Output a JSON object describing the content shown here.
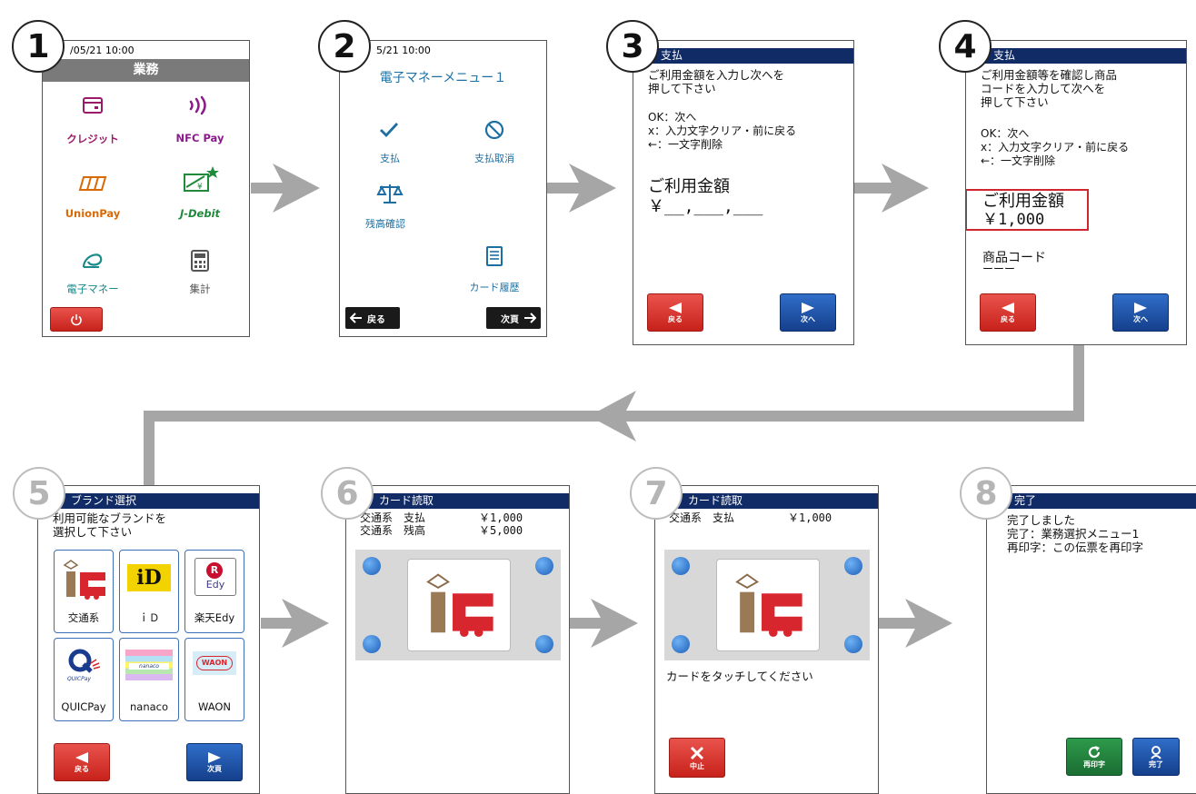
{
  "colors": {
    "navy": "#102b66",
    "red": "#d8302a",
    "blue": "#1c4ea3",
    "green": "#238a3f",
    "gray_header": "#7a7a7a",
    "connector": "#a6a6a6",
    "highlight": "#d0262e"
  },
  "steps": [
    "1",
    "2",
    "3",
    "4",
    "5",
    "6",
    "7",
    "8"
  ],
  "s1": {
    "datetime": "/05/21 10:00",
    "header": "業務",
    "items": [
      {
        "label": "クレジット",
        "icon": "card-icon"
      },
      {
        "label": "NFC Pay",
        "icon": "contactless-icon"
      },
      {
        "label": "UnionPay",
        "icon": "unionpay-icon"
      },
      {
        "label": "J-Debit",
        "icon": "jdebit-icon"
      },
      {
        "label": "電子マネー",
        "icon": "emoney-icon"
      },
      {
        "label": "集計",
        "icon": "calculator-icon"
      }
    ],
    "power_icon": "power-icon"
  },
  "s2": {
    "datetime": "5/21 10:00",
    "title": "電子マネーメニュー１",
    "items": [
      {
        "label": "支払",
        "icon": "check-icon"
      },
      {
        "label": "支払取消",
        "icon": "ban-icon"
      },
      {
        "label": "残高確認",
        "icon": "scales-icon"
      },
      {
        "label": "カード履歴",
        "icon": "list-icon"
      }
    ],
    "back": "戻る",
    "next": "次頁"
  },
  "s3": {
    "header": "支払",
    "msg1": "ご利用金額を入力し次へを",
    "msg2": "押して下さい",
    "help1": "OK：次へ",
    "help2": "x：入力文字クリア・前に戻る",
    "help3": "←：一文字削除",
    "amount_label": "ご利用金額",
    "amount_value": "￥__,___,___",
    "back": "戻る",
    "next": "次へ"
  },
  "s4": {
    "header": "支払",
    "msg1": "ご利用金額等を確認し商品",
    "msg2": "コードを入力して次へを",
    "msg3": "押して下さい",
    "help1": "OK：次へ",
    "help2": "x：入力文字クリア・前に戻る",
    "help3": "←：一文字削除",
    "amount_label": "ご利用金額",
    "amount_value": "￥1,000",
    "code_label": "商品コード",
    "code_value": "ーーー",
    "back": "戻る",
    "next": "次へ"
  },
  "s5": {
    "header": "ブランド選択",
    "msg1": "利用可能なブランドを",
    "msg2": "選択して下さい",
    "brands": [
      {
        "label": "交通系",
        "logo": "transit-ic-logo"
      },
      {
        "label": "ｉＤ",
        "logo": "id-logo",
        "logo_text": "iD"
      },
      {
        "label": "楽天Edy",
        "logo": "rakuten-edy-logo",
        "logo_text": "Edy",
        "logo_text2": "R"
      },
      {
        "label": "QUICPay",
        "logo": "quicpay-logo",
        "logo_text": "QUICPay"
      },
      {
        "label": "nanaco",
        "logo": "nanaco-logo",
        "logo_text": "nanaco"
      },
      {
        "label": "WAON",
        "logo": "waon-logo",
        "logo_text": "WAON"
      }
    ],
    "back": "戻る",
    "next": "次頁"
  },
  "s6": {
    "header": "カード読取",
    "l1a": "交通系　支払",
    "l1b": "￥1,000",
    "l2a": "交通系　残高",
    "l2b": "￥5,000"
  },
  "s7": {
    "header": "カード読取",
    "l1a": "交通系　支払",
    "l1b": "￥1,000",
    "prompt": "カードをタッチしてください",
    "cancel": "中止"
  },
  "s8": {
    "header": "完了",
    "msg1": "完了しました",
    "msg2": "完了：業務選択メニュー1",
    "msg3": "再印字：この伝票を再印字",
    "reprint": "再印字",
    "done": "完了"
  }
}
